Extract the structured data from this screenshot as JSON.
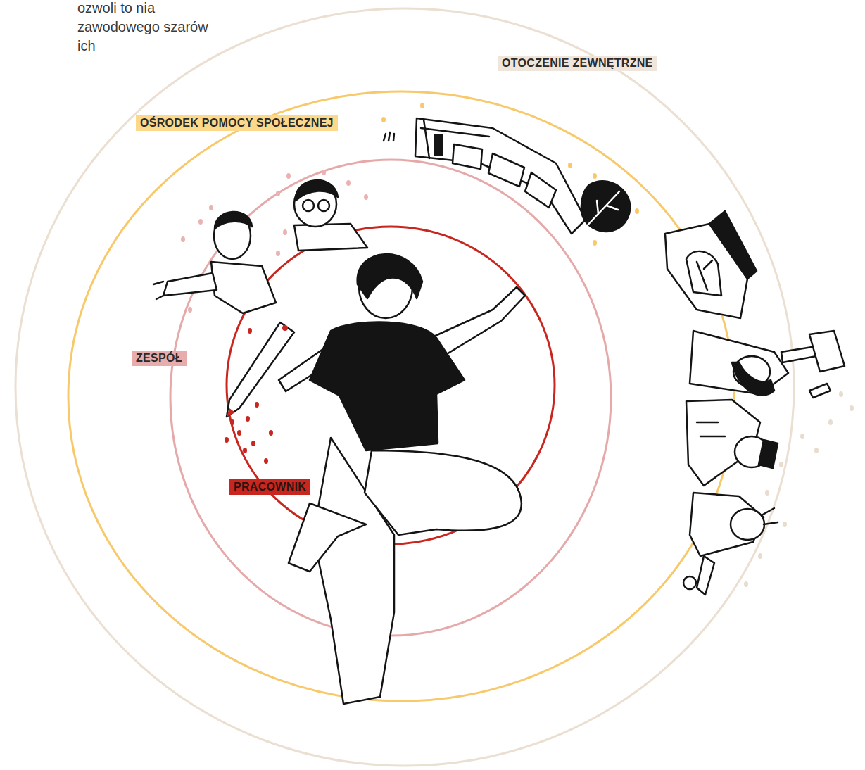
{
  "diagram": {
    "nodes": [
      {
        "text": [
          "OTOCZENIE ZEWNĘTRZNE"
        ]
      },
      {
        "text": [
          "OŚRODEK POMOCY SPOŁECZNEJ"
        ],
        "in": 0
      },
      {
        "text": [
          "ZESPÓŁ"
        ],
        "in": 1
      },
      {
        "text": [
          "PRACOWNIK"
        ],
        "in": 2
      }
    ],
    "labels": [
      "ozwoli to nia zawodowego szarów ich"
    ]
  }
}
